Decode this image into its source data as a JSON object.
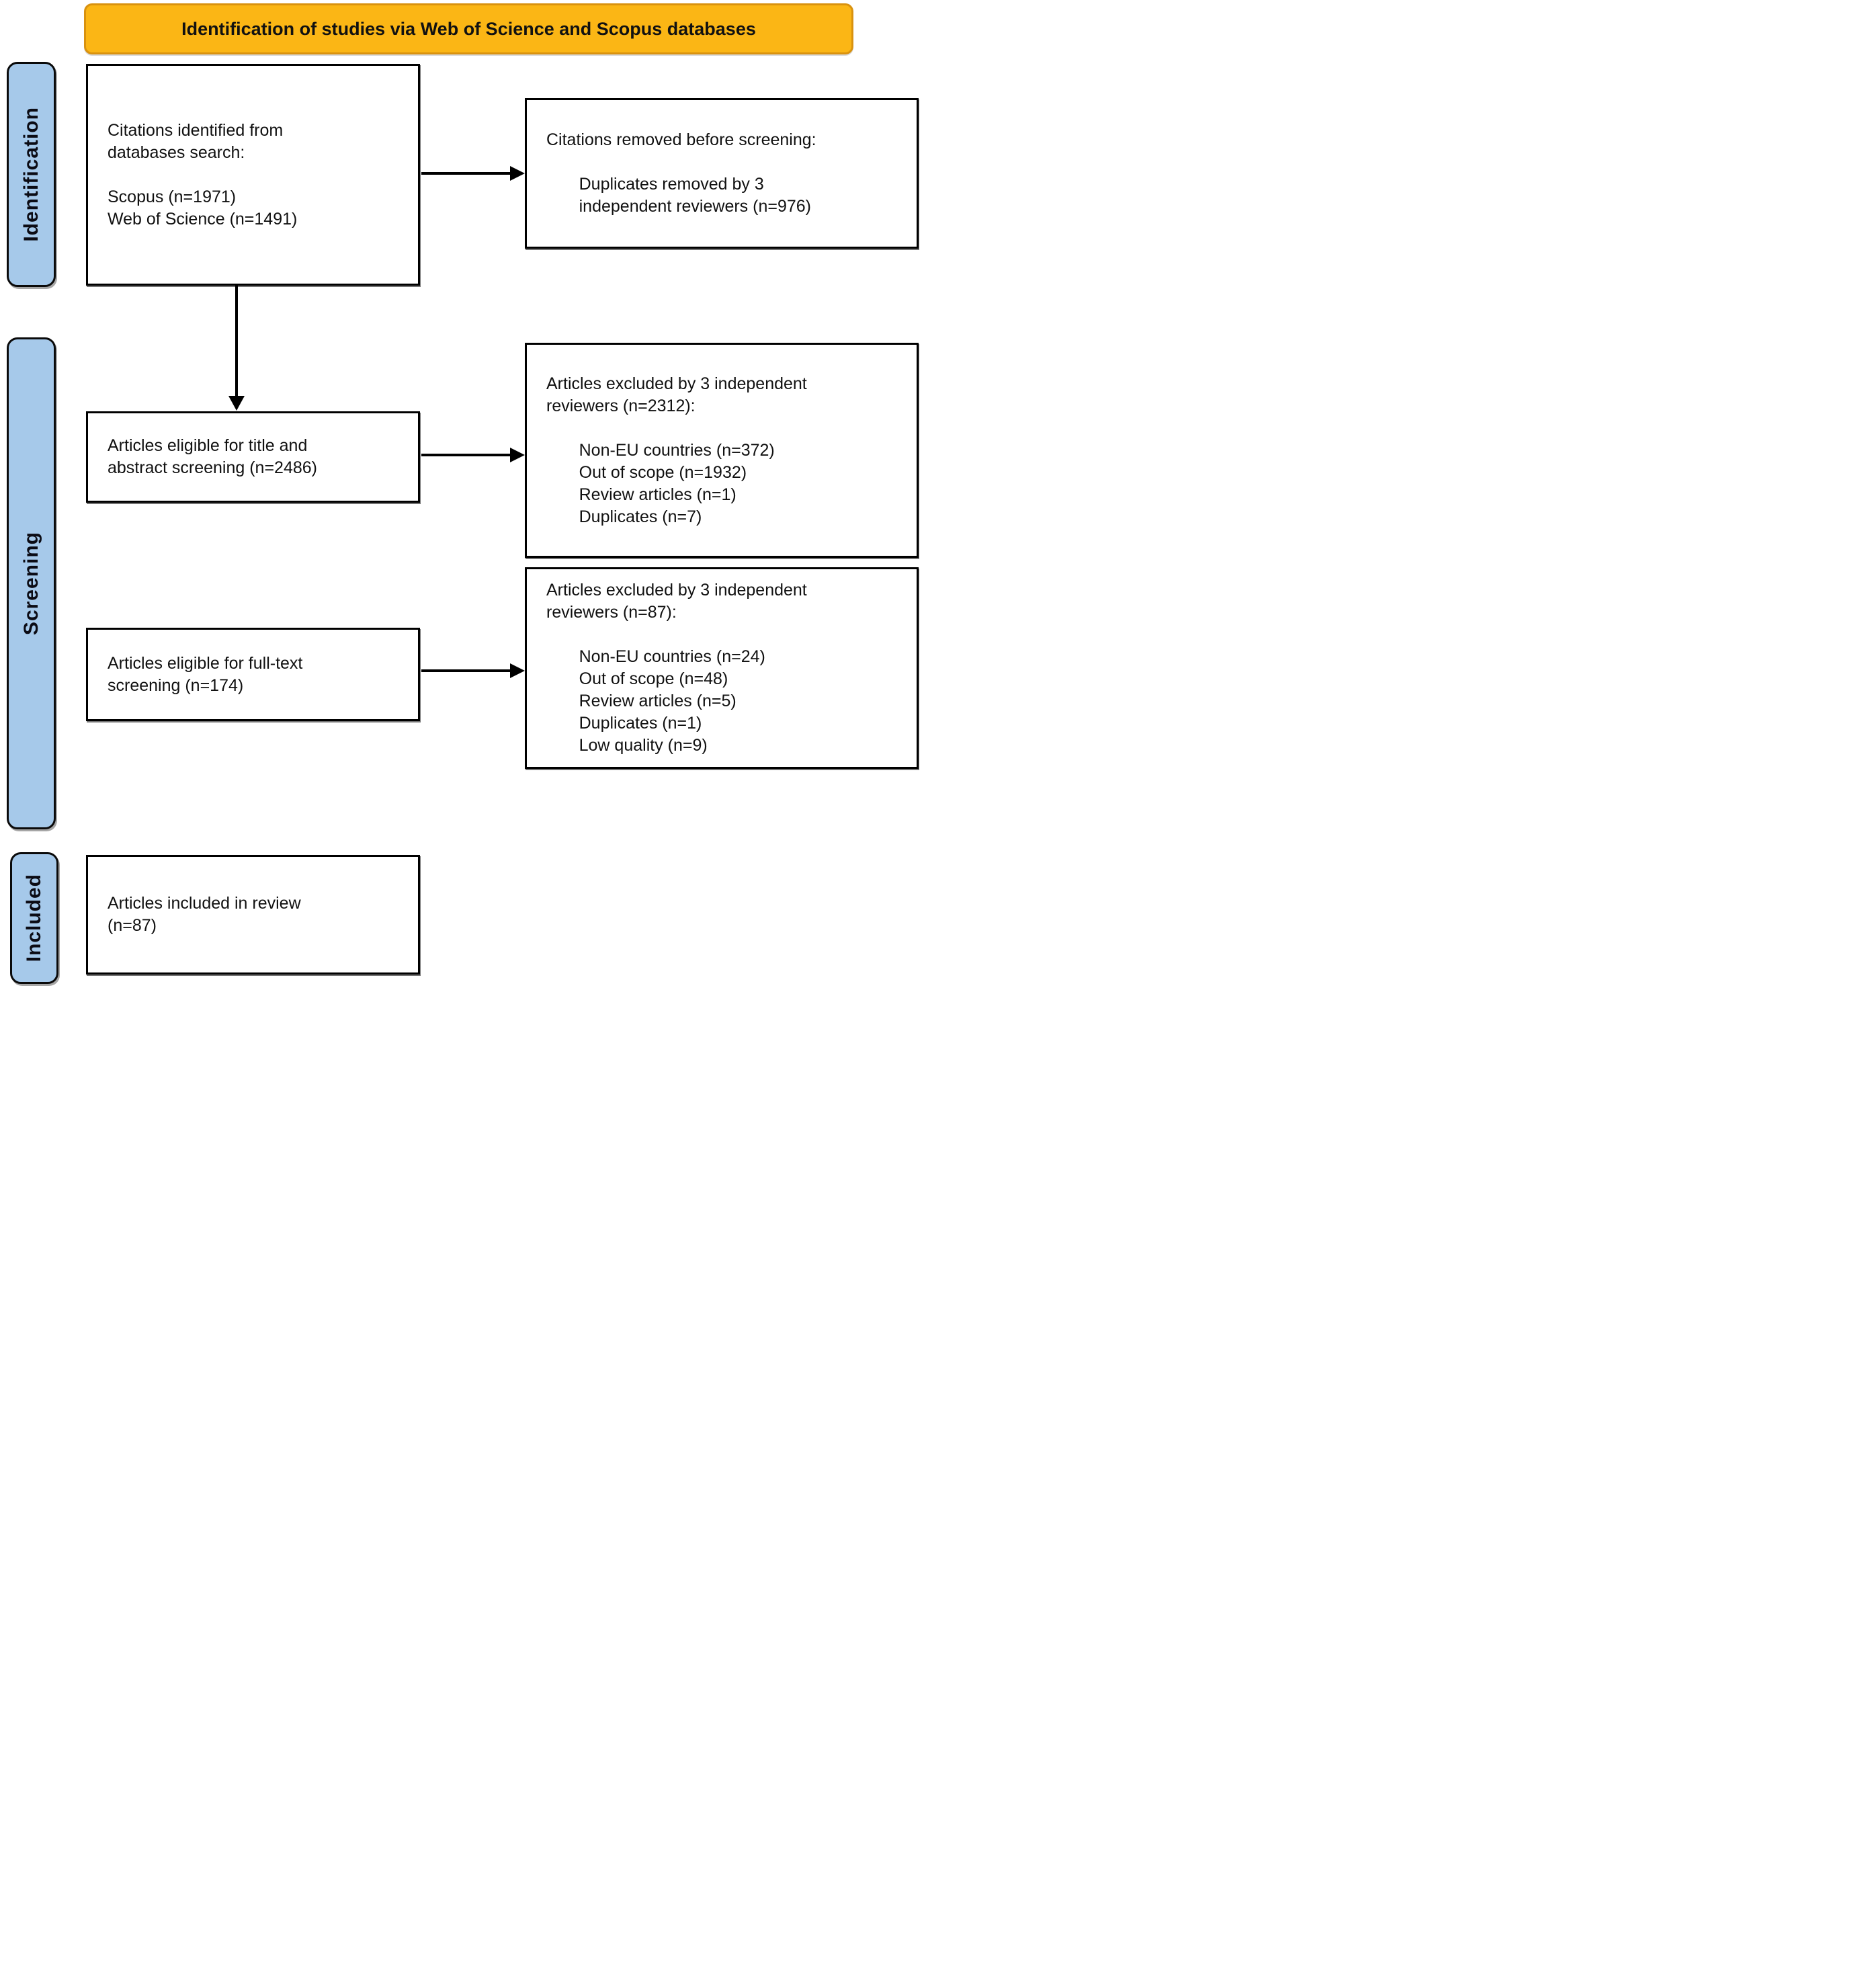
{
  "banner": {
    "title": "Identification of studies via Web of Science and Scopus databases"
  },
  "sidebar": {
    "identification": "Identification",
    "screening": "Screening",
    "included": "Included"
  },
  "boxes": {
    "citations": "Citations identified from\ndatabases search:\n\nScopus (n=1971)\nWeb of Science (n=1491)",
    "removed_before_screening": "Citations removed before screening:\n\n       Duplicates removed by 3\n       independent reviewers (n=976)",
    "title_abstract": "Articles eligible for title and\nabstract screening (n=2486)",
    "excluded_title_abstract": "Articles excluded by 3 independent\nreviewers (n=2312):\n\n       Non-EU countries (n=372)\n       Out of scope (n=1932)\n       Review articles (n=1)\n       Duplicates (n=7)",
    "full_text": "Articles eligible for full-text\nscreening (n=174)",
    "excluded_full_text": "Articles excluded by 3 independent\nreviewers (n=87):\n\n       Non-EU countries (n=24)\n       Out of scope (n=48)\n       Review articles (n=5)\n       Duplicates (n=1)\n       Low quality (n=9)",
    "included": "Articles included in review\n(n=87)"
  },
  "colors": {
    "banner_bg": "#FBB615",
    "banner_border": "#D9920F",
    "stage_bg": "#A6C9EA",
    "line": "#000000",
    "text": "#111111"
  }
}
